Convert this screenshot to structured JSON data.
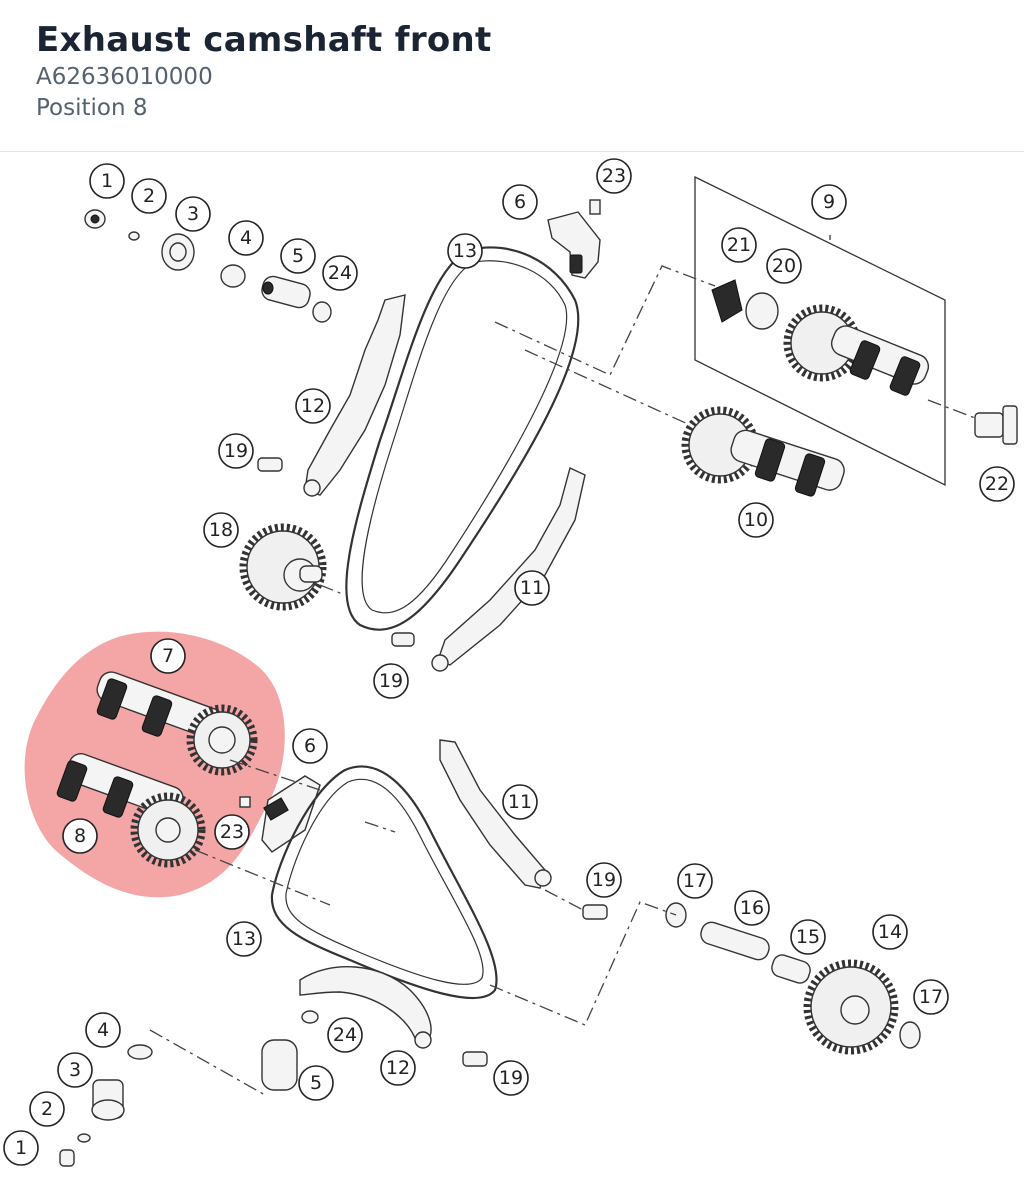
{
  "header": {
    "title": "Exhaust camshaft front",
    "part_number": "A62636010000",
    "position": "Position 8"
  },
  "diagram": {
    "highlight_color": "#f08080",
    "callouts": {
      "c1a": "1",
      "c2a": "2",
      "c3a": "3",
      "c4a": "4",
      "c5a": "5",
      "c24a": "24",
      "c6a": "6",
      "c23a": "23",
      "c13a": "13",
      "c9": "9",
      "c21": "21",
      "c20": "20",
      "c12a": "12",
      "c19a": "19",
      "c18": "18",
      "c10": "10",
      "c22": "22",
      "c11a": "11",
      "c19b": "19",
      "c7": "7",
      "c8": "8",
      "c6b": "6",
      "c23b": "23",
      "c11b": "11",
      "c19c": "19",
      "c13b": "13",
      "c17a": "17",
      "c16": "16",
      "c15": "15",
      "c14": "14",
      "c17b": "17",
      "c4b": "4",
      "c24b": "24",
      "c3b": "3",
      "c5b": "5",
      "c12b": "12",
      "c19d": "19",
      "c2b": "2",
      "c1b": "1"
    }
  }
}
